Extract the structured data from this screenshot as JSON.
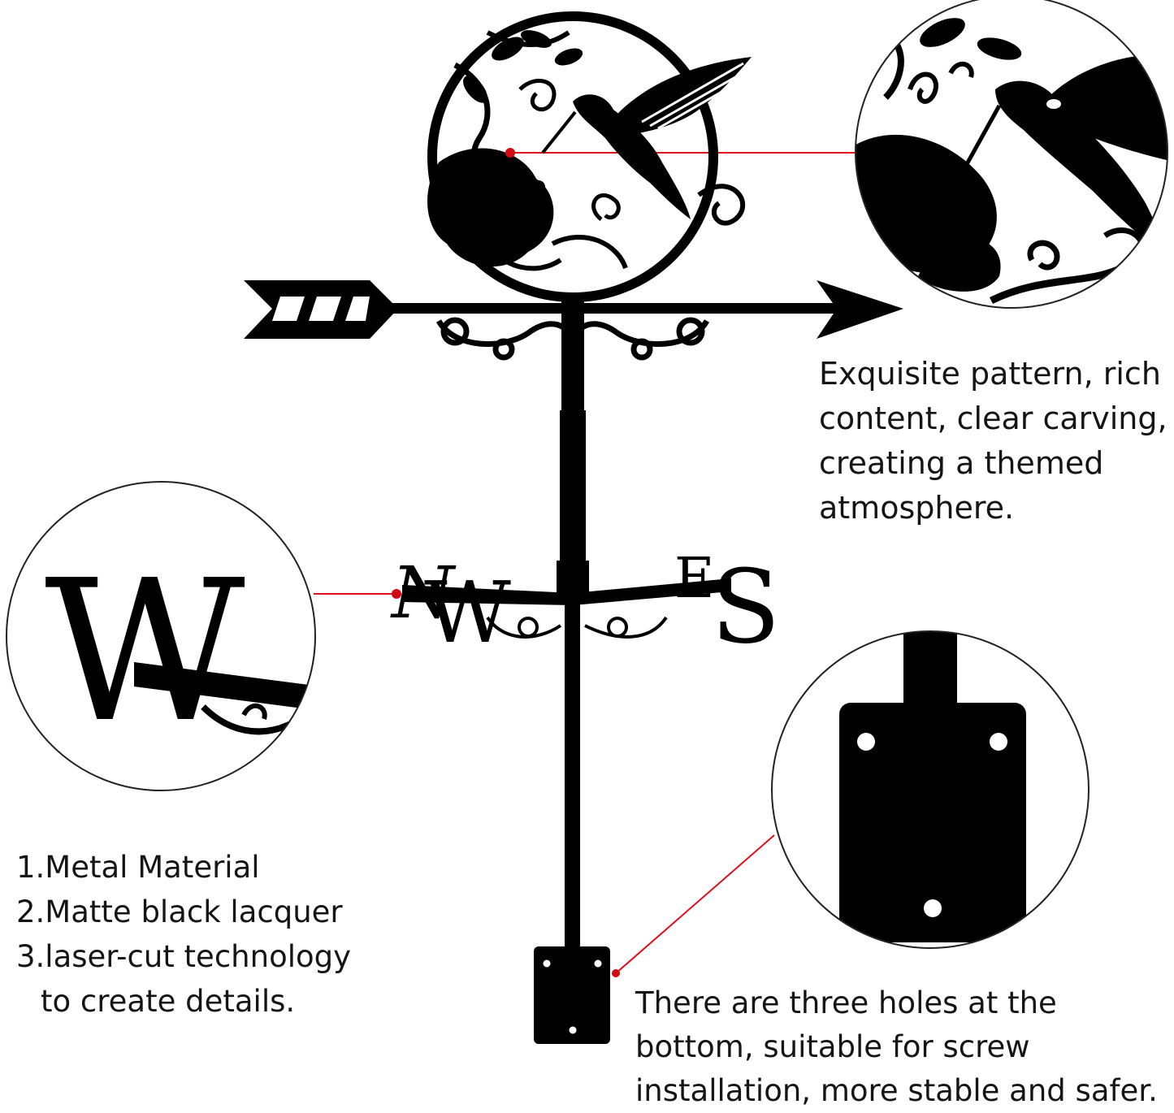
{
  "colors": {
    "metal": "#000000",
    "callout_line": "#e0101a",
    "callout_dot": "#d10a14",
    "circle_outline": "#222222",
    "background": "#ffffff"
  },
  "icons": {
    "hummingbird": "hummingbird-icon",
    "flower": "flower-icon",
    "arrow_tail": "arrow-feather-icon",
    "arrow_head": "arrow-head-icon",
    "mounting_plate": "mounting-plate-icon"
  },
  "compass": {
    "west": "W",
    "north": "N",
    "east": "E",
    "south": "S"
  },
  "zoom": {
    "letter": "W"
  },
  "captions": {
    "pattern": [
      "Exquisite pattern, rich",
      "content, clear carving,",
      "creating a themed",
      "atmosphere."
    ],
    "features": [
      "1.Metal Material",
      "2.Matte black lacquer",
      "3.laser-cut technology",
      "to create details."
    ],
    "holes": [
      "There are three holes at the",
      "bottom, suitable for screw",
      "installation, more stable and safer."
    ]
  }
}
